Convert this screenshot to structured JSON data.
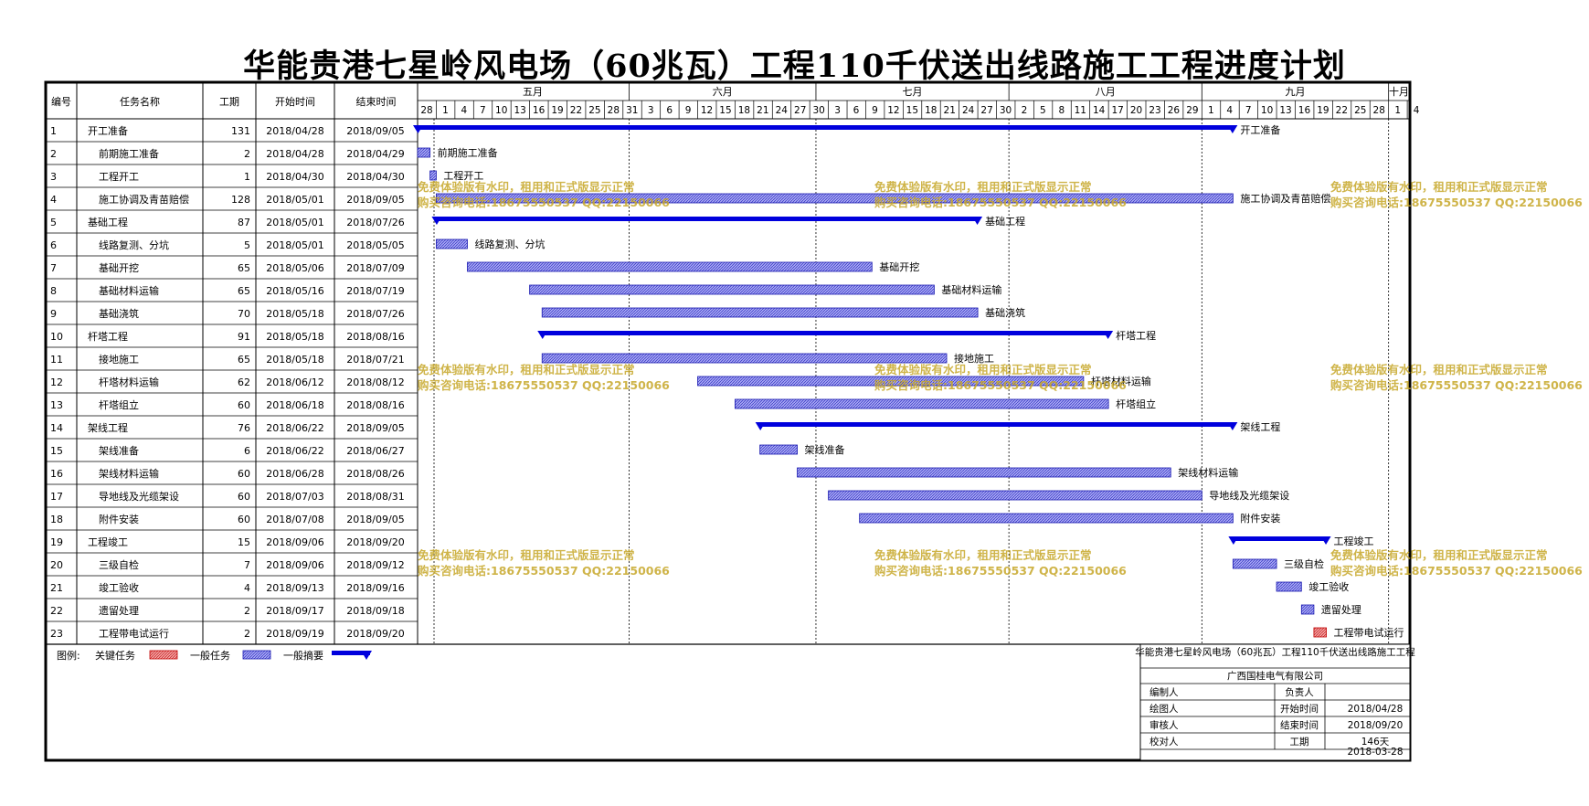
{
  "page": {
    "title": "华能贵港七星岭风电场（60兆瓦）工程110千伏送出线路施工工程进度计划"
  },
  "chart_data": {
    "type": "gantt",
    "title": "华能贵港七星岭风电场（60兆瓦）工程110千伏送出线路施工工程进度计划",
    "columns": [
      "编号",
      "任务名称",
      "工期",
      "开始时间",
      "结束时间"
    ],
    "timeline": {
      "start": "2018-04-28",
      "end": "2018-10-03",
      "months": [
        {
          "label": "五月",
          "start": "2018-05-01"
        },
        {
          "label": "六月",
          "start": "2018-06-01"
        },
        {
          "label": "七月",
          "start": "2018-07-01"
        },
        {
          "label": "八月",
          "start": "2018-08-01"
        },
        {
          "label": "九月",
          "start": "2018-09-01"
        },
        {
          "label": "十月",
          "start": "2018-10-01"
        }
      ],
      "day_ticks": [
        "28",
        "1",
        "4",
        "7",
        "10",
        "13",
        "16",
        "19",
        "22",
        "25",
        "28",
        "31",
        "3",
        "6",
        "9",
        "12",
        "15",
        "18",
        "21",
        "24",
        "27",
        "30",
        "3",
        "6",
        "9",
        "12",
        "15",
        "18",
        "21",
        "24",
        "27",
        "30",
        "2",
        "5",
        "8",
        "11",
        "14",
        "17",
        "20",
        "23",
        "26",
        "29",
        "1",
        "4",
        "7",
        "10",
        "13",
        "16",
        "19",
        "22",
        "25",
        "28",
        "1",
        "4"
      ],
      "tick_start": "2018-04-28",
      "tick_step_days": 3
    },
    "tasks": [
      {
        "id": "1",
        "name": "开工准备",
        "duration": "131",
        "start": "2018/04/28",
        "end": "2018/09/05",
        "kind": "summary",
        "level": 0
      },
      {
        "id": "2",
        "name": "前期施工准备",
        "duration": "2",
        "start": "2018/04/28",
        "end": "2018/04/29",
        "kind": "normal",
        "level": 1
      },
      {
        "id": "3",
        "name": "工程开工",
        "duration": "1",
        "start": "2018/04/30",
        "end": "2018/04/30",
        "kind": "normal",
        "level": 1
      },
      {
        "id": "4",
        "name": "施工协调及青苗赔偿",
        "duration": "128",
        "start": "2018/05/01",
        "end": "2018/09/05",
        "kind": "normal",
        "level": 1
      },
      {
        "id": "5",
        "name": "基础工程",
        "duration": "87",
        "start": "2018/05/01",
        "end": "2018/07/26",
        "kind": "summary",
        "level": 0
      },
      {
        "id": "6",
        "name": "线路复测、分坑",
        "duration": "5",
        "start": "2018/05/01",
        "end": "2018/05/05",
        "kind": "normal",
        "level": 1
      },
      {
        "id": "7",
        "name": "基础开挖",
        "duration": "65",
        "start": "2018/05/06",
        "end": "2018/07/09",
        "kind": "normal",
        "level": 1
      },
      {
        "id": "8",
        "name": "基础材料运输",
        "duration": "65",
        "start": "2018/05/16",
        "end": "2018/07/19",
        "kind": "normal",
        "level": 1
      },
      {
        "id": "9",
        "name": "基础浇筑",
        "duration": "70",
        "start": "2018/05/18",
        "end": "2018/07/26",
        "kind": "normal",
        "level": 1
      },
      {
        "id": "10",
        "name": "杆塔工程",
        "duration": "91",
        "start": "2018/05/18",
        "end": "2018/08/16",
        "kind": "summary",
        "level": 0
      },
      {
        "id": "11",
        "name": "接地施工",
        "duration": "65",
        "start": "2018/05/18",
        "end": "2018/07/21",
        "kind": "normal",
        "level": 1
      },
      {
        "id": "12",
        "name": "杆塔材料运输",
        "duration": "62",
        "start": "2018/06/12",
        "end": "2018/08/12",
        "kind": "normal",
        "level": 1
      },
      {
        "id": "13",
        "name": "杆塔组立",
        "duration": "60",
        "start": "2018/06/18",
        "end": "2018/08/16",
        "kind": "normal",
        "level": 1
      },
      {
        "id": "14",
        "name": "架线工程",
        "duration": "76",
        "start": "2018/06/22",
        "end": "2018/09/05",
        "kind": "summary",
        "level": 0
      },
      {
        "id": "15",
        "name": "架线准备",
        "duration": "6",
        "start": "2018/06/22",
        "end": "2018/06/27",
        "kind": "normal",
        "level": 1
      },
      {
        "id": "16",
        "name": "架线材料运输",
        "duration": "60",
        "start": "2018/06/28",
        "end": "2018/08/26",
        "kind": "normal",
        "level": 1
      },
      {
        "id": "17",
        "name": "导地线及光缆架设",
        "duration": "60",
        "start": "2018/07/03",
        "end": "2018/08/31",
        "kind": "normal",
        "level": 1
      },
      {
        "id": "18",
        "name": "附件安装",
        "duration": "60",
        "start": "2018/07/08",
        "end": "2018/09/05",
        "kind": "normal",
        "level": 1
      },
      {
        "id": "19",
        "name": "工程竣工",
        "duration": "15",
        "start": "2018/09/06",
        "end": "2018/09/20",
        "kind": "summary",
        "level": 0
      },
      {
        "id": "20",
        "name": "三级自检",
        "duration": "7",
        "start": "2018/09/06",
        "end": "2018/09/12",
        "kind": "normal",
        "level": 1
      },
      {
        "id": "21",
        "name": "竣工验收",
        "duration": "4",
        "start": "2018/09/13",
        "end": "2018/09/16",
        "kind": "normal",
        "level": 1
      },
      {
        "id": "22",
        "name": "遗留处理",
        "duration": "2",
        "start": "2018/09/17",
        "end": "2018/09/18",
        "kind": "normal",
        "level": 1
      },
      {
        "id": "23",
        "name": "工程带电试运行",
        "duration": "2",
        "start": "2018/09/19",
        "end": "2018/09/20",
        "kind": "critical",
        "level": 1
      }
    ],
    "legend": {
      "label": "图例:",
      "items": [
        {
          "label": "关键任务",
          "kind": "critical"
        },
        {
          "label": "一般任务",
          "kind": "normal"
        },
        {
          "label": "一般摘要",
          "kind": "summary"
        }
      ]
    },
    "colors": {
      "normal_fill": "#9090ee",
      "normal_stroke": "#1818b0",
      "summary": "#0000dd",
      "critical_fill": "#f08080",
      "critical_stroke": "#c00000",
      "watermark": "#c7a82a"
    }
  },
  "info_box": {
    "title": "华能贵港七星岭风电场（60兆瓦）工程110千伏送出线路施工工程",
    "company": "广西国桂电气有限公司",
    "rows": [
      {
        "label1": "编制人",
        "value1": "",
        "label2": "负责人",
        "value2": ""
      },
      {
        "label1": "绘图人",
        "value1": "",
        "label2": "开始时间",
        "value2": "2018/04/28"
      },
      {
        "label1": "审核人",
        "value1": "",
        "label2": "结束时间",
        "value2": "2018/09/20"
      },
      {
        "label1": "校对人",
        "value1": "",
        "label2": "工期",
        "value2": "146天"
      }
    ],
    "date": "2018-03-28"
  },
  "watermark": {
    "line1": "免费体验版有水印，租用和正式版显示正常",
    "line2": "购买咨询电话:18675550537 QQ:22150066"
  }
}
